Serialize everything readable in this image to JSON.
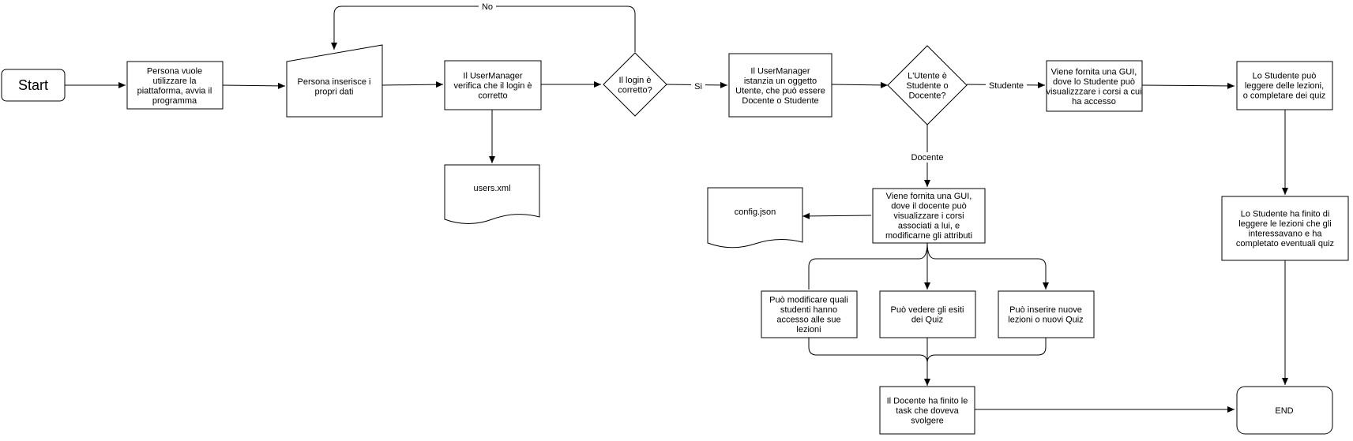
{
  "nodes": {
    "start": "Start",
    "persona_avvia": [
      "Persona vuole",
      "utilizzare la",
      "piattaforma, avvia il",
      "programma"
    ],
    "persona_inserisce": [
      "Persona inserisce i",
      "propri dati"
    ],
    "usermanager_verifica": [
      "Il UserManager",
      "verifica che il login è",
      "corretto"
    ],
    "users_xml": "users.xml",
    "login_corretto": [
      "Il login è",
      "corretto?"
    ],
    "usermanager_istanzia": [
      "Il UserManager",
      "istanzia un oggetto",
      "Utente, che può essere",
      "Docente o Studente"
    ],
    "utente_decision": [
      "L'Utente è",
      "Studente o",
      "Docente?"
    ],
    "gui_studente": [
      "Viene fornita una GUI,",
      "dove lo Studente può",
      "visualizzzare i corsi a cui",
      "ha accesso"
    ],
    "studente_legge": [
      "Lo Studente può",
      "leggere delle lezioni,",
      "o completare dei quiz"
    ],
    "studente_finito": [
      "Lo Studente ha finito di",
      "leggere le lezioni che gli",
      "interessavano e ha",
      "completato eventuali quiz"
    ],
    "gui_docente": [
      "Viene fornita una GUI,",
      "dove il docente può",
      "visualizzare i corsi",
      "associati a lui, e",
      "modificarne gli attributi"
    ],
    "config_json": "config.json",
    "modifica_studenti": [
      "Può modificare quali",
      "studenti hanno",
      "accesso alle sue",
      "lezioni"
    ],
    "vedere_esiti": [
      "Può vedere gli esiti",
      "dei Quiz"
    ],
    "inserire_lezioni": [
      "Può inserire nuove",
      "lezioni o nuovi Quiz"
    ],
    "docente_finito": [
      "Il Docente ha finito le",
      "task che doveva",
      "svolgere"
    ],
    "end": "END"
  },
  "edge_labels": {
    "no": "No",
    "si": "Si",
    "studente": "Studente",
    "docente": "Docente"
  }
}
